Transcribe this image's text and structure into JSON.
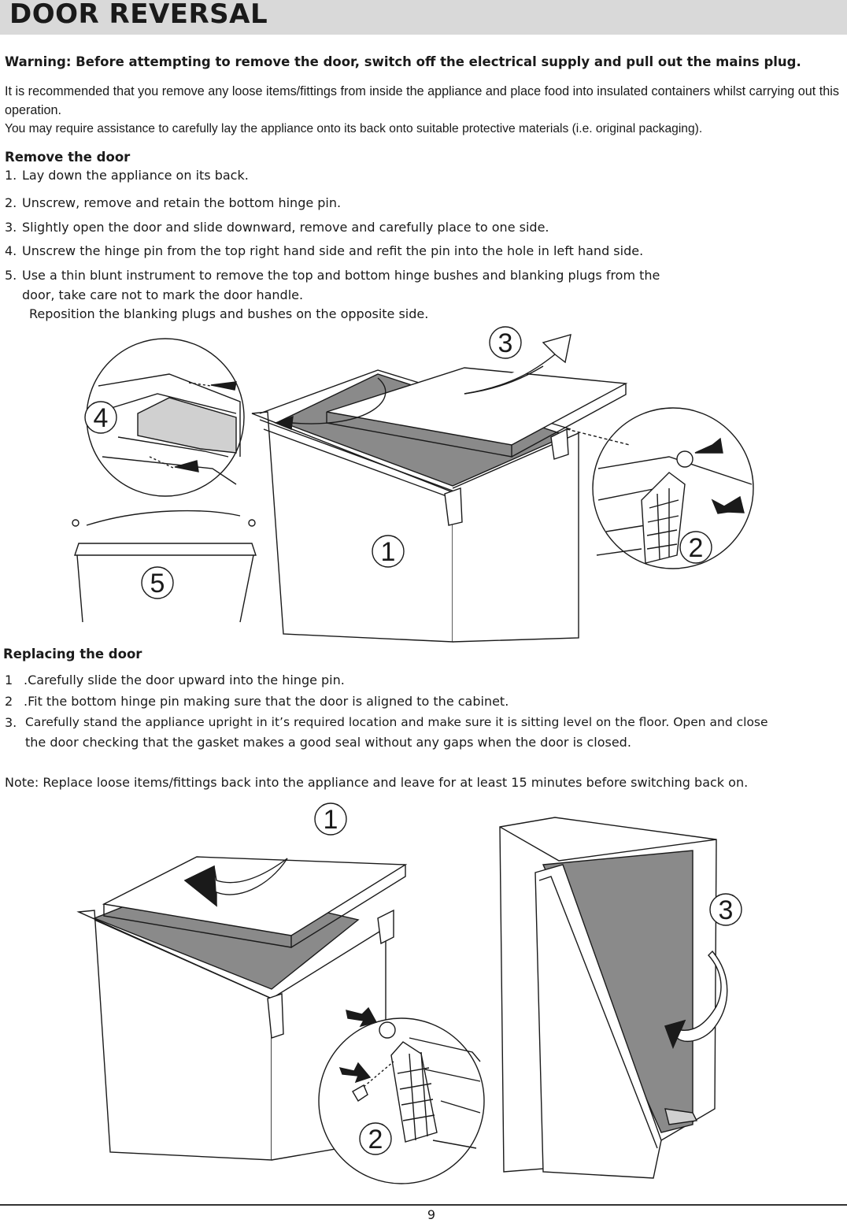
{
  "header": {
    "title": "DOOR REVERSAL"
  },
  "warning": "Warning: Before attempting to remove the door, switch off the electrical supply and pull out the mains plug.",
  "intro": {
    "line1": "It is recommended that you remove any loose items/fittings from inside the appliance and place food into insulated containers whilst carrying out this operation.",
    "line2": "You may require assistance to carefully lay the appliance onto its back onto suitable protective materials (i.e. original packaging)."
  },
  "remove_section": {
    "heading": "Remove the door",
    "steps": [
      {
        "num": "1.",
        "text": "Lay down the appliance on its back."
      },
      {
        "num": "2.",
        "text": "Unscrew, remove and retain the bottom hinge pin."
      },
      {
        "num": "3.",
        "text": "Slightly open the door and slide downward, remove and carefully place to one side."
      },
      {
        "num": "4.",
        "text": "Unscrew the hinge pin from the top right hand side and refit the pin into the hole in left hand side."
      },
      {
        "num": "5.",
        "text": " Use a thin blunt instrument to remove the top and bottom hinge bushes and blanking plugs from the",
        "text2": "door, take care not to mark the door handle.",
        "text3": "Reposition the blanking plugs and bushes on the opposite side."
      }
    ]
  },
  "figure1": {
    "callouts": [
      "1",
      "2",
      "3",
      "4",
      "5"
    ]
  },
  "replace_section": {
    "heading": "Replacing the door",
    "steps": [
      {
        "num": "1",
        "text": ".Carefully slide the door upward into the hinge pin."
      },
      {
        "num": "2",
        "text": ".Fit the bottom hinge pin making sure that the door is aligned to the cabinet."
      },
      {
        "num": "3.",
        "text": "Carefully stand the appliance upright in it’s required location and make sure it is sitting level on the floor. Open and close",
        "text2": "the door checking that the gasket makes a good seal without any gaps when the door is closed."
      }
    ]
  },
  "note": "Note: Replace loose items/fittings back into the appliance and leave for at least 15 minutes before switching back on.",
  "figure2": {
    "callouts": [
      "1",
      "2",
      "3"
    ]
  },
  "footer": {
    "page_number": "9"
  }
}
